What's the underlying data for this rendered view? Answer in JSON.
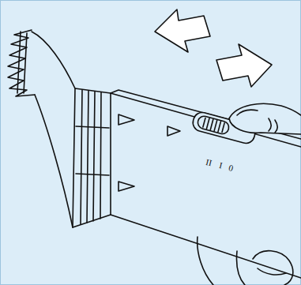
{
  "diagram": {
    "labels": [
      "II",
      "I",
      "0"
    ]
  }
}
